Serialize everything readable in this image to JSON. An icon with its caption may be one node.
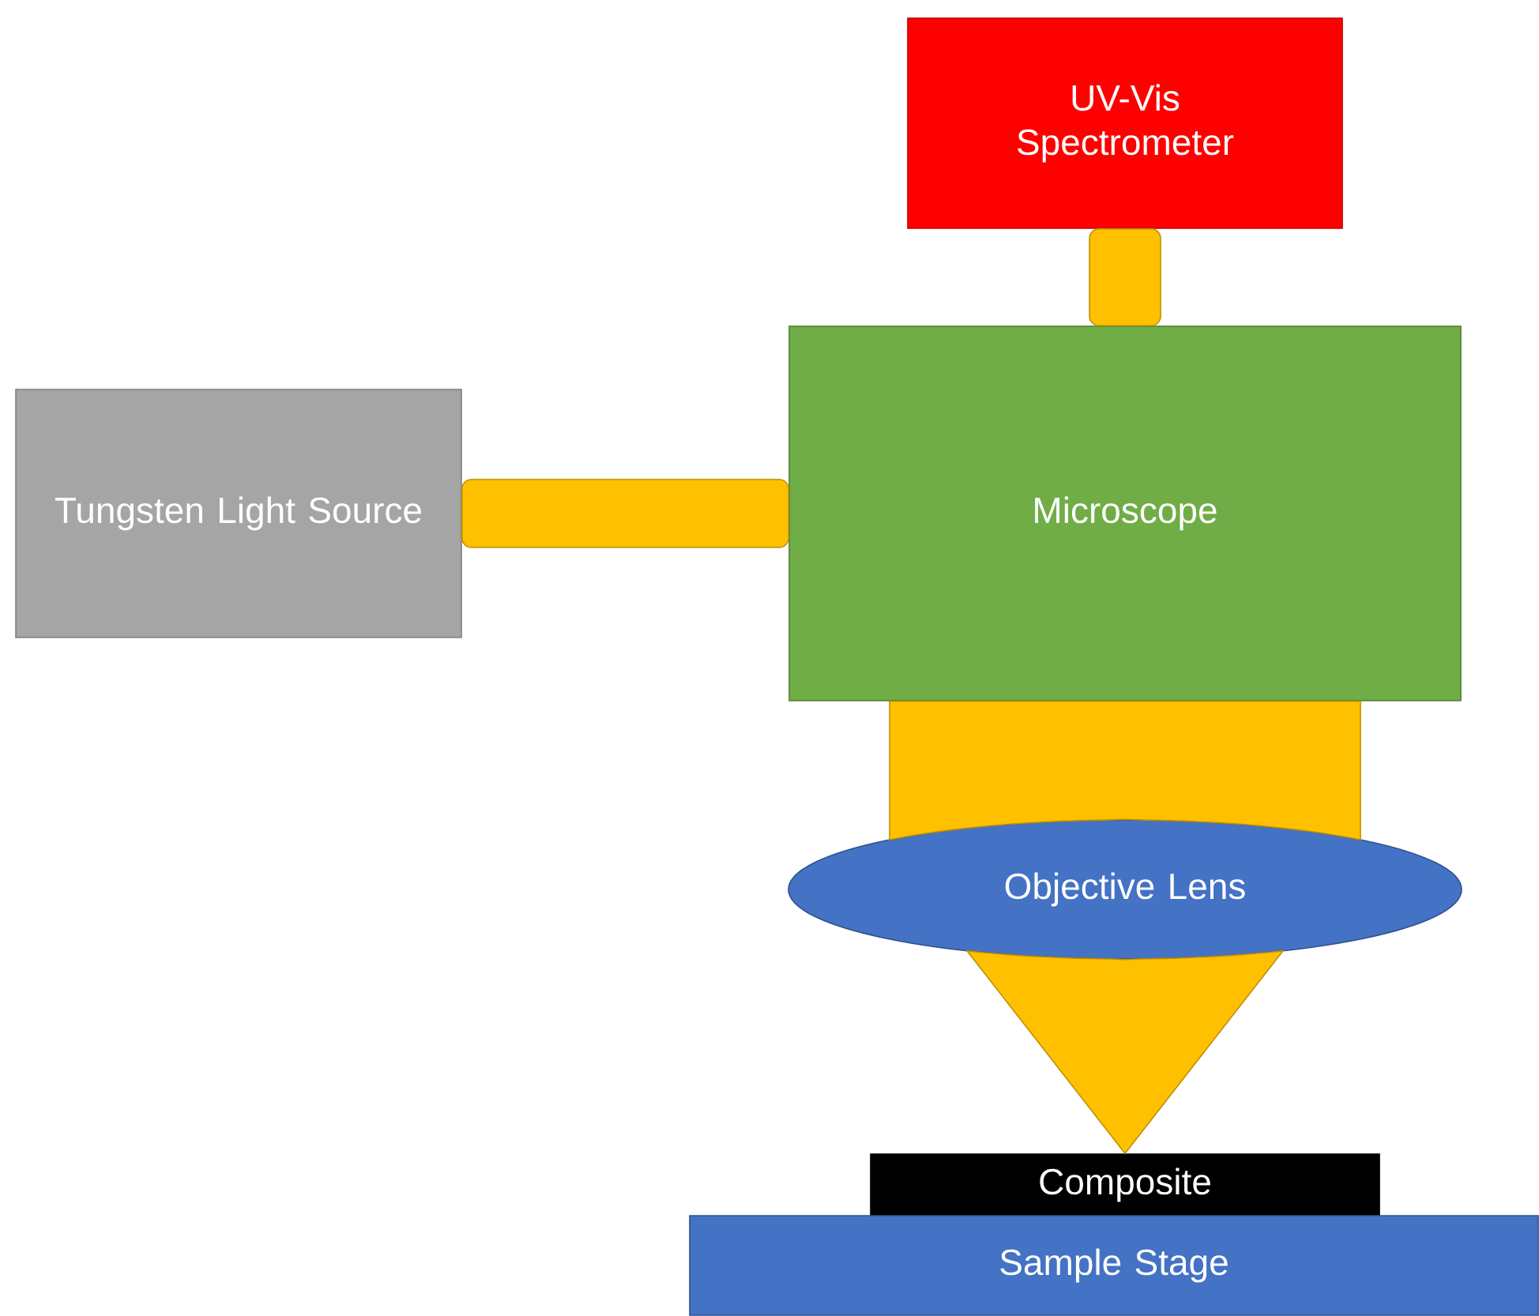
{
  "diagram": {
    "nodes": [
      {
        "text": [
          "UV-Vis Spectrometer"
        ]
      },
      {
        "text": [
          "Tungsten Light Source"
        ]
      },
      {
        "text": [
          "Microscope"
        ]
      },
      {
        "text": [
          "Objective Lens"
        ]
      },
      {
        "text": [
          "Composite"
        ]
      },
      {
        "text": [
          "Sample Stage"
        ]
      }
    ],
    "edges": [
      {
        "from": 0,
        "to": 2,
        "arrow": "none"
      },
      {
        "from": 1,
        "to": 2,
        "arrow": "none"
      },
      {
        "from": 2,
        "to": 3,
        "arrow": "none"
      },
      {
        "from": 3,
        "to": 4,
        "arrow": "none"
      }
    ]
  }
}
